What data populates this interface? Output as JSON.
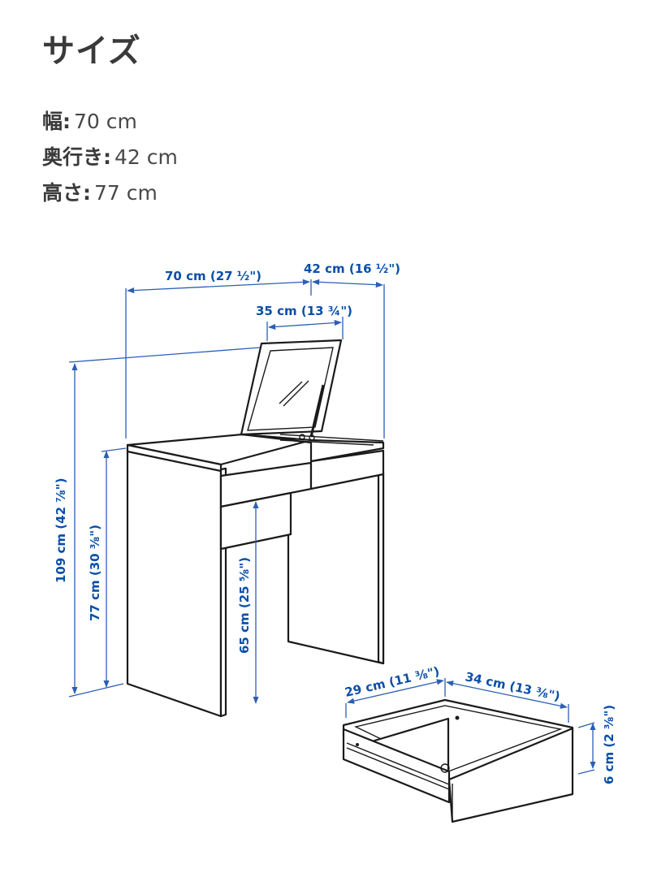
{
  "page": {
    "title": "サイズ",
    "specs": [
      {
        "label": "幅:",
        "value": "70 cm"
      },
      {
        "label": "奥行き:",
        "value": "42 cm"
      },
      {
        "label": "高さ:",
        "value": "77 cm"
      }
    ]
  },
  "diagram": {
    "subject": "dressing table with flip-up mirror and drawer",
    "dimensions": {
      "width": "70 cm (27 ½\")",
      "depth": "42 cm (16 ½\")",
      "mirror_width": "35 cm (13 ¾\")",
      "total_height": "109 cm (42 ⅞\")",
      "table_height": "77 cm (30 ⅜\")",
      "underside_clearance": "65 cm (25 ⅝\")",
      "drawer_width": "29 cm (11 ⅜\")",
      "drawer_depth": "34 cm (13 ⅜\")",
      "drawer_height": "6 cm (2 ⅜\")"
    },
    "colors": {
      "dimension_blue": "#0a4fa8",
      "line_ink": "#1a1a1a",
      "heading_text": "#3a3a3a"
    }
  }
}
